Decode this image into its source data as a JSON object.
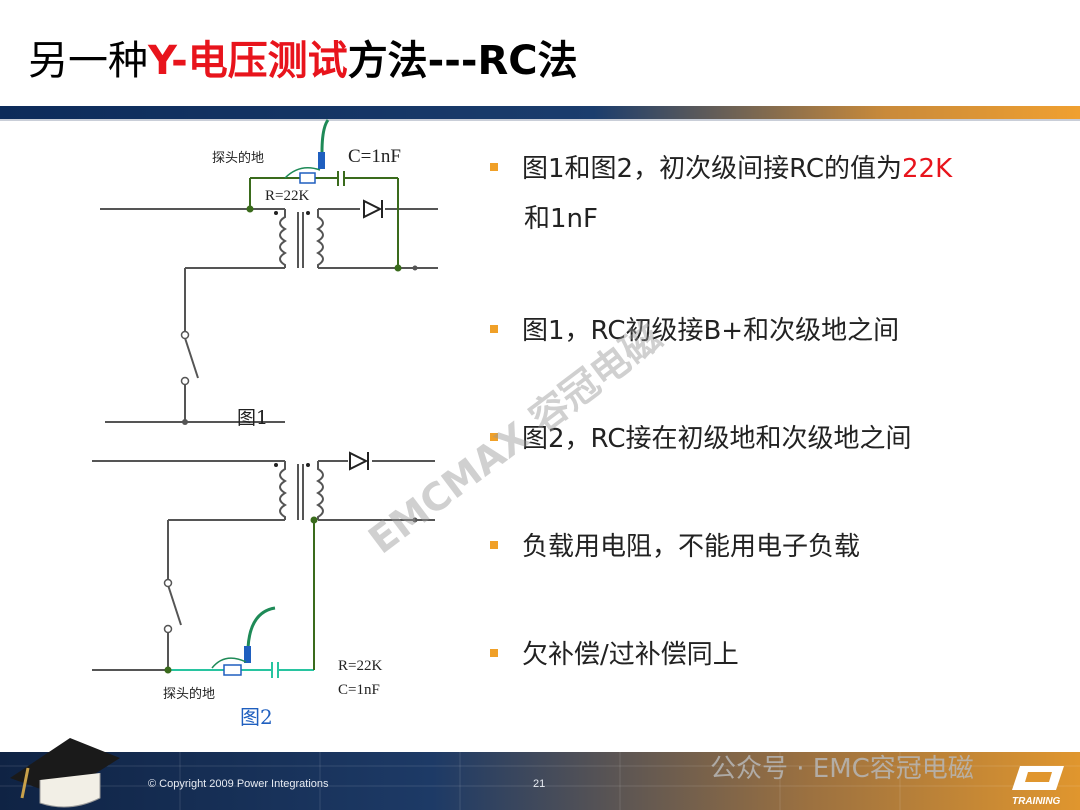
{
  "title": {
    "part1": "另一种",
    "part2": "Y-电压测试",
    "part3": "方法---RC法"
  },
  "bullets": [
    {
      "text_before": "图1和图2，初次级间接RC的值为",
      "text_red": "22K",
      "text_line2": "和1nF"
    },
    {
      "text": "图1，RC初级接B+和次级地之间"
    },
    {
      "text": "图2，RC接在初级地和次级地之间"
    },
    {
      "text": "负载用电阻，不能用电子负载"
    },
    {
      "text": "欠补偿/过补偿同上"
    }
  ],
  "figure1": {
    "probe_ground": "探头的地",
    "capacitor": "C=1nF",
    "resistor": "R=22K",
    "caption": "图1"
  },
  "figure2": {
    "probe_ground": "探头的地",
    "resistor": "R=22K",
    "capacitor": "C=1nF",
    "caption": "图2"
  },
  "footer": {
    "copyright": "© Copyright 2009 Power Integrations",
    "page": "21",
    "wechat": "公众号 · EMC容冠电磁",
    "logo_text": "TRAINING"
  },
  "watermark": "EMCMAX 容冠电磁",
  "colors": {
    "accent_red": "#e8141c",
    "bullet_orange": "#f0a028",
    "wire_gray": "#555555",
    "wire_green": "#3a6b1c",
    "probe_green": "#1e8a57",
    "probe_blue": "#1f5fbf",
    "cyan_wire": "#28c4a0"
  }
}
